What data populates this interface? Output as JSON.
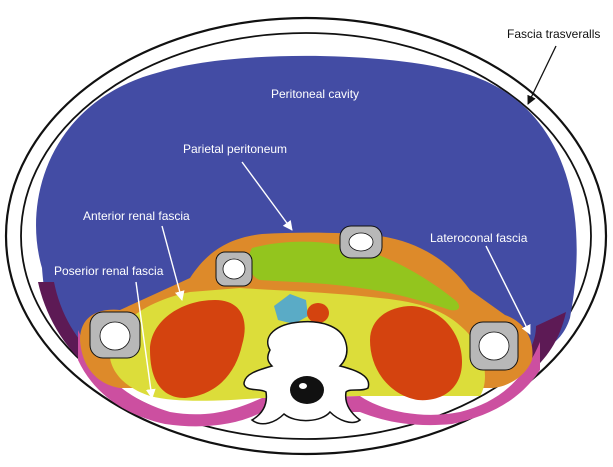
{
  "labels": {
    "fascia_trasveralls": "Fascia trasveralls",
    "peritoneal_cavity": "Peritoneal cavity",
    "parietal_peritoneum": "Parietal peritoneum",
    "anterior_renal_fascia": "Anterior renal fascia",
    "lateroconal_fascia": "Lateroconal fascia",
    "posterior_renal_fascia": "Poserior renal fascia"
  },
  "colors": {
    "peritoneal_cavity": "#434ca4",
    "retroperitoneal_fat": "#dd8a2a",
    "perirenal_space": "#dcdd3a",
    "colon": "#93c51e",
    "kidney": "#d4430f",
    "aorta": "#d4430f",
    "vena_cava": "#5aabc6",
    "posterior_fascia": "#cc4fa0",
    "transversalis_fascia": "#5d1a55",
    "body_outline": "#111111",
    "vertebra": "#ffffff",
    "bowel_loop": "#b8b8b8"
  }
}
